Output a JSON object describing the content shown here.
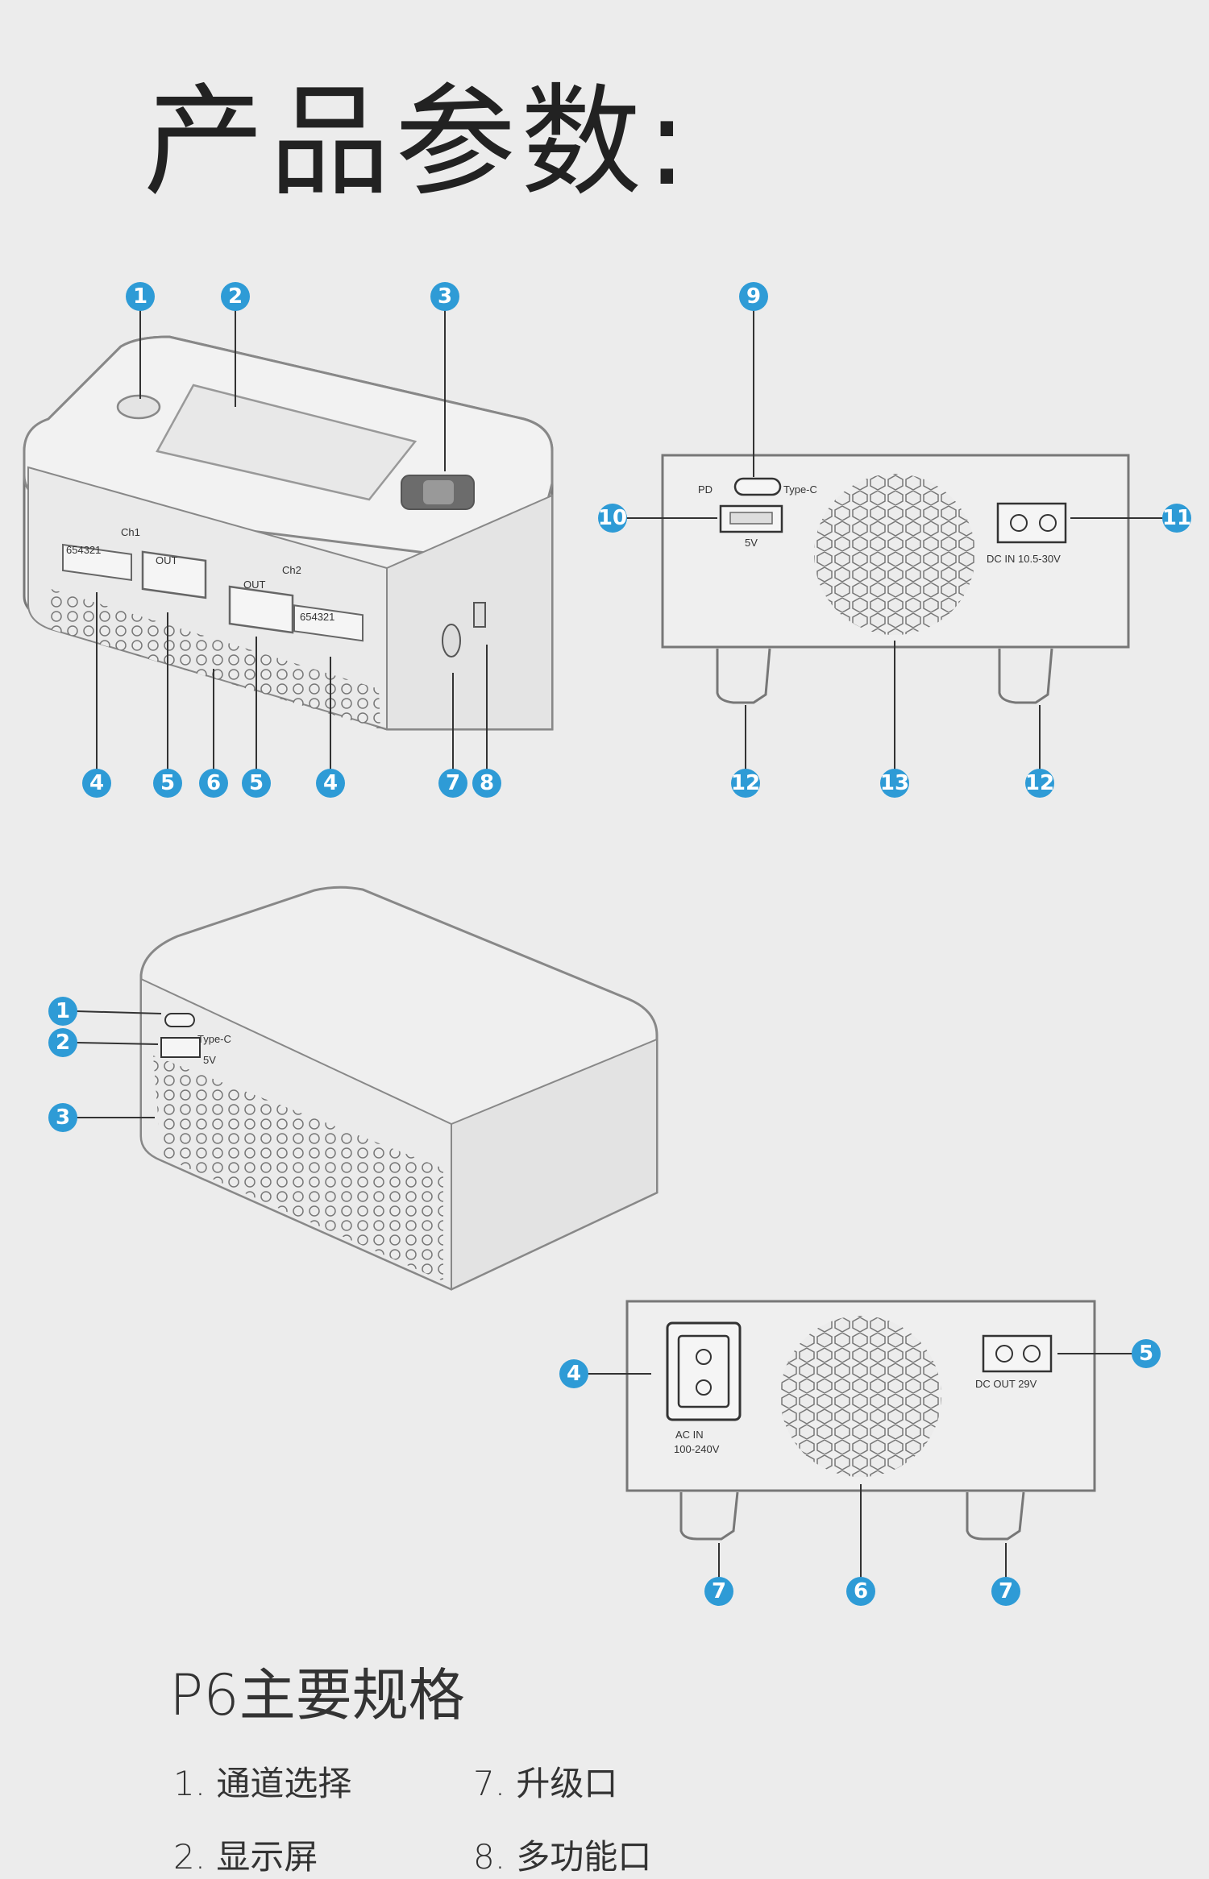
{
  "title": "产品参数:",
  "diagram_front": {
    "badges": [
      "1",
      "2",
      "3",
      "4",
      "5",
      "6",
      "5",
      "4",
      "7",
      "8"
    ],
    "ch1_label": "Ch1",
    "ch2_label": "Ch2",
    "out_label_1": "OUT",
    "out_label_2": "OUT",
    "balance_pins_1": "654321",
    "balance_pins_2": "654321"
  },
  "diagram_side": {
    "badges": [
      "9",
      "10",
      "11",
      "12",
      "13",
      "12"
    ],
    "pd_label": "PD",
    "typec_label": "Type-C",
    "usb_label": "5V",
    "dc_in_label": "DC  IN  10.5-30V"
  },
  "diagram_back": {
    "badges": [
      "1",
      "2",
      "3"
    ],
    "typec_label": "Type-C",
    "usb_label": "5V"
  },
  "diagram_rear": {
    "badges": [
      "4",
      "5",
      "7",
      "6",
      "7"
    ],
    "ac_in_label": "AC  IN",
    "ac_range_label": "100-240V",
    "dc_out_label": "DC  OUT  29V"
  },
  "specs_title": "P6主要规格",
  "specs": [
    "1. 通道选择",
    "7. 升级口",
    "2. 显示屏",
    "8. 多功能口"
  ]
}
